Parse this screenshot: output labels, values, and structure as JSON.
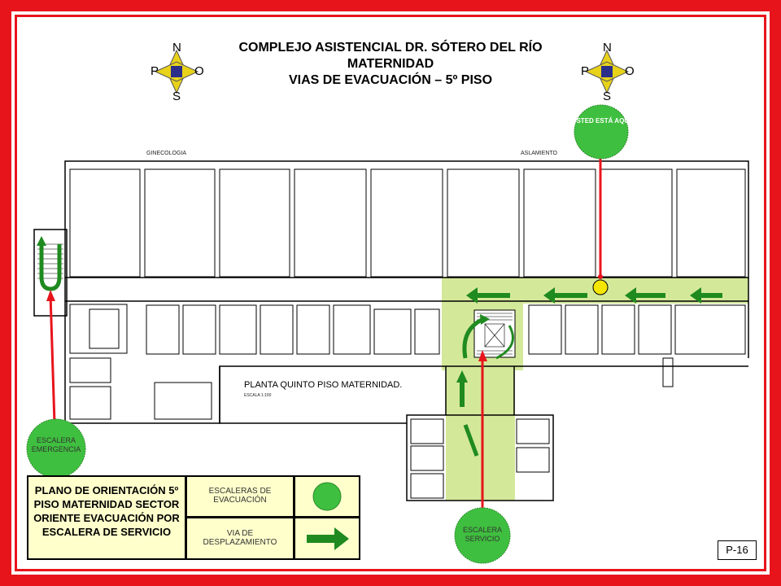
{
  "title": {
    "line1": "COMPLEJO  ASISTENCIAL  DR.  SÓTERO DEL RÍO",
    "line2": "MATERNIDAD",
    "line3": "VIAS DE EVACUACIÓN  – 5º PISO"
  },
  "compass": {
    "north": "N",
    "south": "S",
    "east": "P",
    "west": "O"
  },
  "usted_esta_aqui": "USTED ESTÁ AQUÍ",
  "floor_plan": {
    "plan_title": "PLANTA QUINTO PISO MATERNIDAD.",
    "scale": "ESCALA 1:100",
    "wing_left": "GINECOLOGIA",
    "wing_right": "ASLAMIENTO"
  },
  "stairs": {
    "emergency": "ESCALERA EMERGENCIA",
    "service": "ESCALERA SERVICIO"
  },
  "legend": {
    "description": "PLANO DE ORIENTACIÓN 5º PISO MATERNIDAD SECTOR ORIENTE EVACUACIÓN POR ESCALERA DE SERVICIO",
    "stairs_label": "ESCALERAS DE EVACUACIÓN",
    "route_label": "VIA DE DESPLAZAMIENTO"
  },
  "sheet_code": "P-16",
  "colors": {
    "frame": "#e8141c",
    "route_area": "#d4e89a",
    "arrow_green": "#1f8a1f",
    "stair_circle": "#3fbf3f",
    "legend_bg": "#ffffcc",
    "marker_yellow": "#f5e600"
  }
}
